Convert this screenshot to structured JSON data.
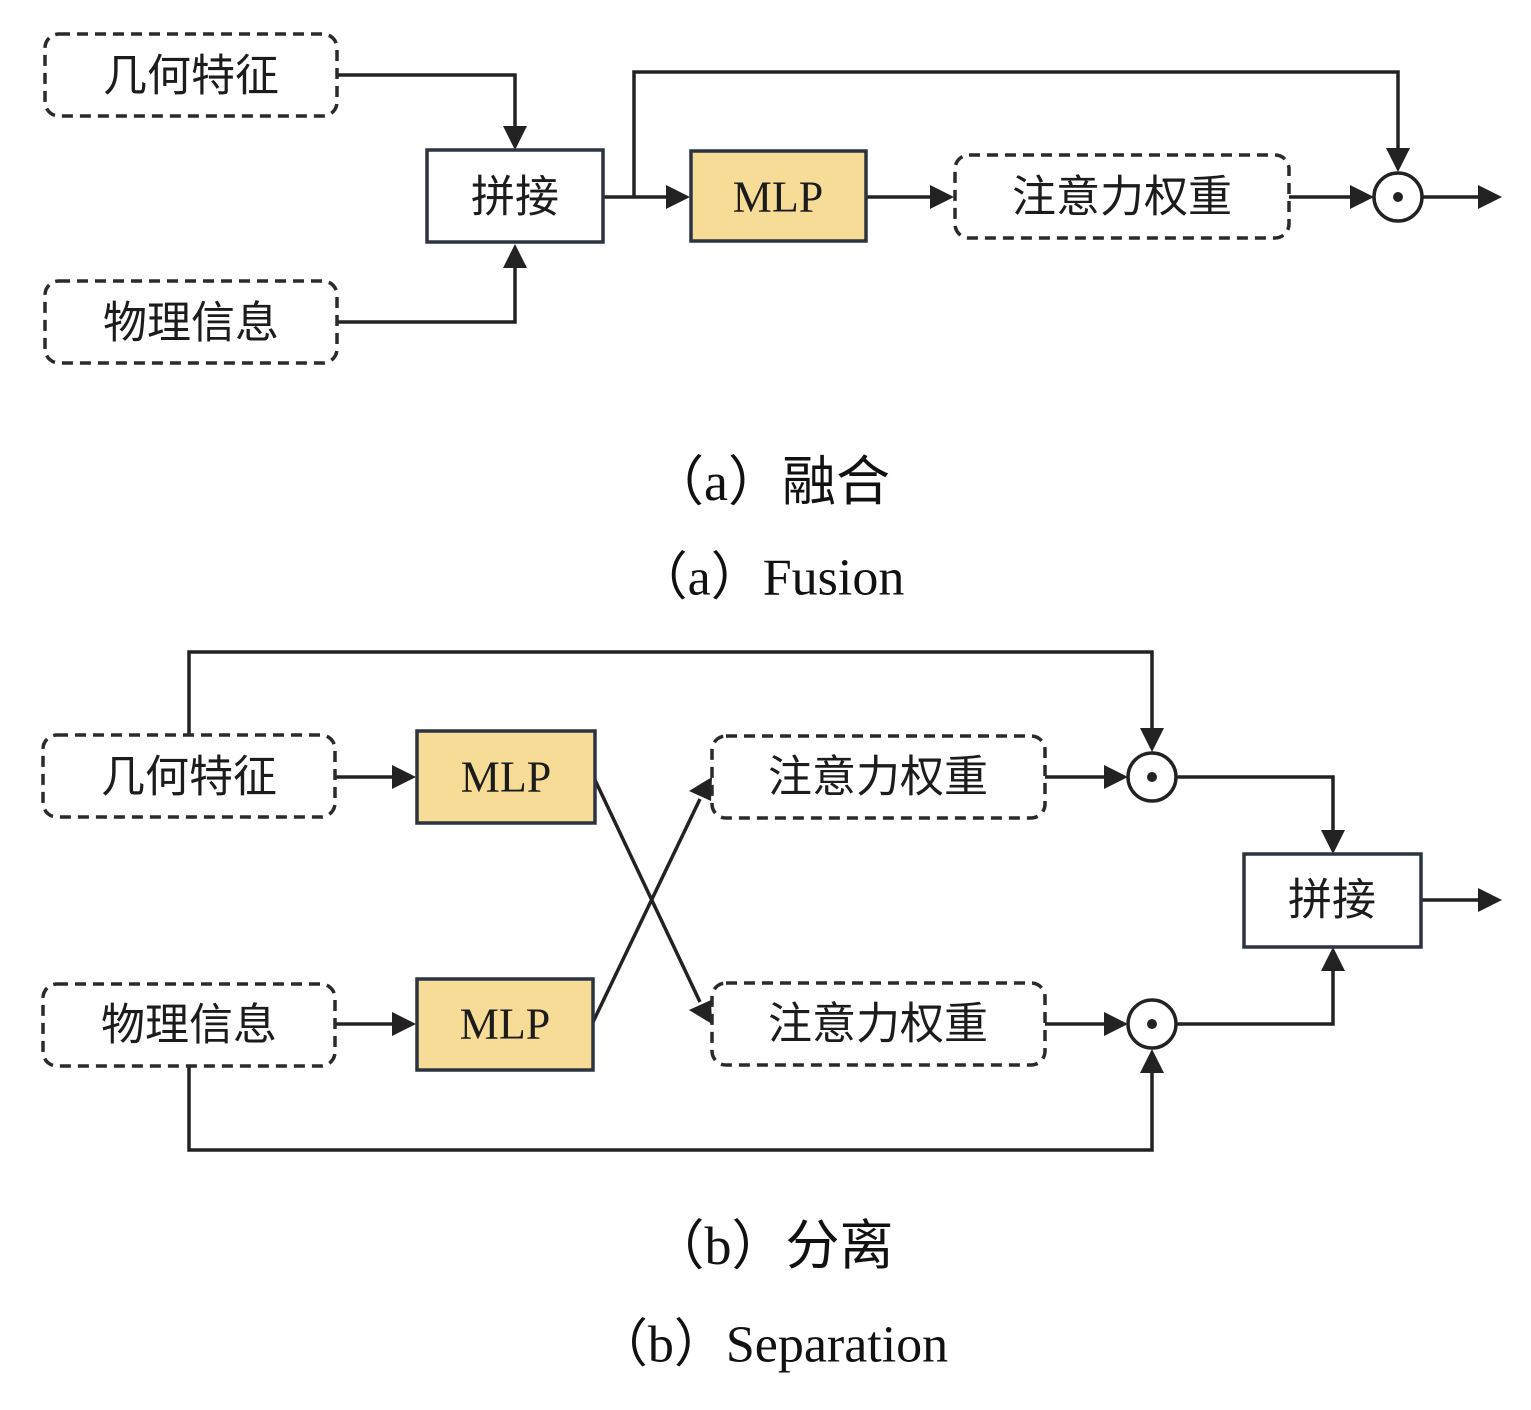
{
  "colors": {
    "mlp_fill": "#f7dc97",
    "stroke": "#222222"
  },
  "panel_a": {
    "nodes": {
      "geometric_features": "几何特征",
      "physical_info": "物理信息",
      "concat": "拼接",
      "mlp": "MLP",
      "attention_weights": "注意力权重",
      "elementwise_product_icon": "circle-dot-icon"
    },
    "caption_cn": "（a）融合",
    "caption_en": "（a）Fusion"
  },
  "panel_b": {
    "nodes": {
      "geometric_features": "几何特征",
      "physical_info": "物理信息",
      "mlp_top": "MLP",
      "mlp_bottom": "MLP",
      "attention_weights_top": "注意力权重",
      "attention_weights_bottom": "注意力权重",
      "concat": "拼接",
      "elementwise_product_icon": "circle-dot-icon"
    },
    "caption_cn": "（b）分离",
    "caption_en": "（b）Separation"
  }
}
